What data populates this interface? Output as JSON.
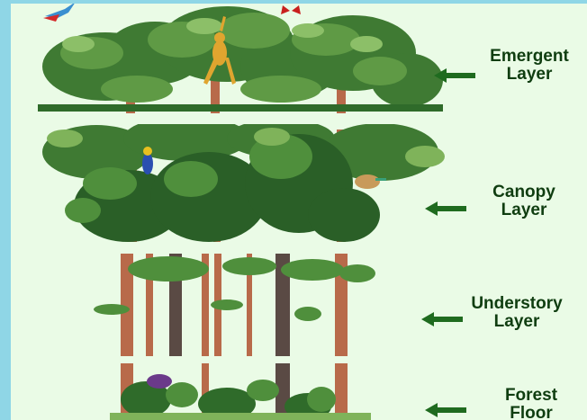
{
  "layers": [
    {
      "id": "emergent",
      "name": "Emergent\nLayer",
      "line1": "Emergent",
      "line2": "Layer"
    },
    {
      "id": "canopy",
      "name": "Canopy\nLayer",
      "line1": "Canopy",
      "line2": "Layer"
    },
    {
      "id": "understory",
      "name": "Understory\nLayer",
      "line1": "Understory",
      "line2": "Layer"
    },
    {
      "id": "forest-floor",
      "name": "Forest\nFloor",
      "line1": "Forest",
      "line2": "Floor"
    }
  ],
  "colors": {
    "background": "#eafbe6",
    "border": "#8fd6e6",
    "label": "#0f3d10",
    "arrow": "#1f6b1f",
    "trunk": "#b86a4a",
    "dark_trunk": "#5a4a44",
    "leaf_dark": "#2f6b2a",
    "leaf_mid": "#4f8f3c",
    "leaf_light": "#7fb35a"
  },
  "icons": [
    "macaw-icon",
    "butterfly-icon",
    "monkey-icon",
    "parrot-icon",
    "sloth-icon"
  ]
}
